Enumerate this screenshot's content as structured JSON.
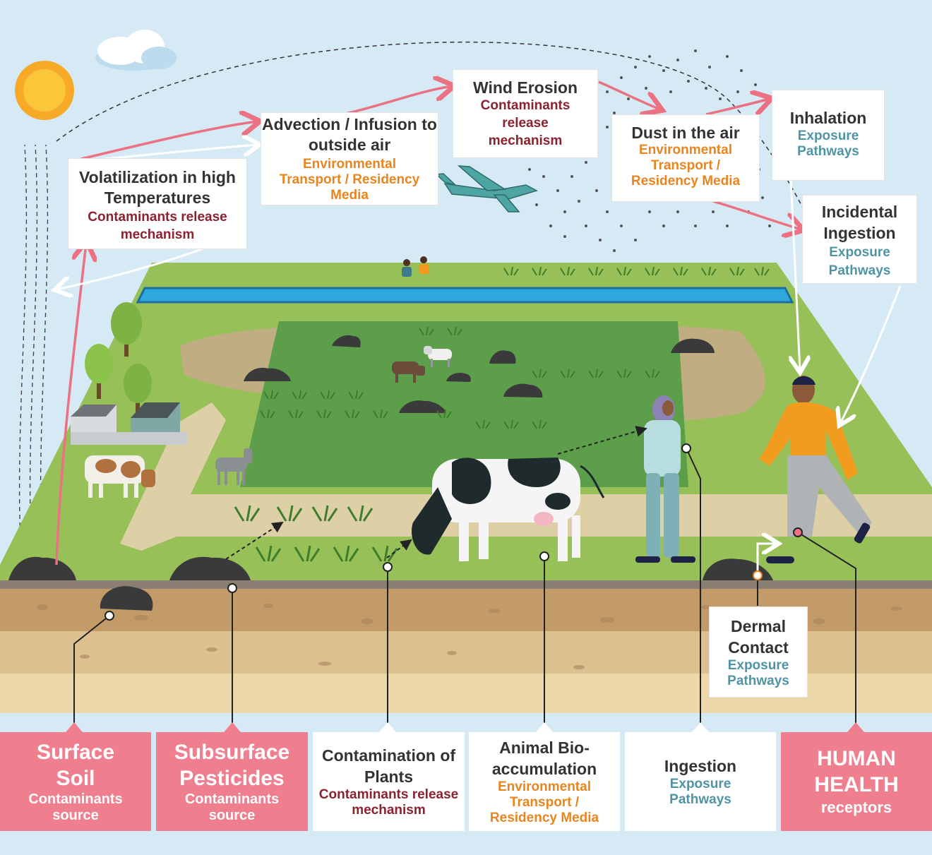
{
  "colors": {
    "sky": "#d6eaf6",
    "grass": "#97c058",
    "soil": "#e6cf9c",
    "pink_arrow": "#ec7183",
    "source_box": "#ef7f8f",
    "mechanism_text": "#8a2230",
    "transport_text": "#e8851f",
    "exposure_text": "#4f94a5",
    "river": "#2ea7df"
  },
  "labels": {
    "volatilization": {
      "title": "Volatilization in high Temperatures",
      "sub": "Contaminants release mechanism"
    },
    "advection": {
      "title": "Advection / Infusion to outside air",
      "sub": "Environmental Transport / Residency Media"
    },
    "wind": {
      "title": "Wind Erosion",
      "sub": "Contaminants release mechanism"
    },
    "dust": {
      "title": "Dust in the air",
      "sub": "Environmental Transport / Residency Media"
    },
    "inhalation": {
      "title": "Inhalation",
      "sub": "Exposure Pathways"
    },
    "incidental": {
      "title": "Incidental Ingestion",
      "sub": "Exposure Pathways"
    },
    "dermal": {
      "title": "Dermal Contact",
      "sub": "Exposure Pathways"
    }
  },
  "bottom": {
    "surface": {
      "title": "Surface Soil",
      "sub": "Contaminants source"
    },
    "subsurface": {
      "title": "Subsurface Pesticides",
      "sub": "Contaminants source"
    },
    "plants": {
      "title": "Contamination of Plants",
      "sub": "Contaminants release mechanism"
    },
    "animal": {
      "title": "Animal Bio-accumulation",
      "sub": "Environmental Transport / Residency Media"
    },
    "ingestion": {
      "title": "Ingestion",
      "sub": "Exposure Pathways"
    },
    "human": {
      "title": "HUMAN HEALTH",
      "sub": "receptors"
    }
  }
}
